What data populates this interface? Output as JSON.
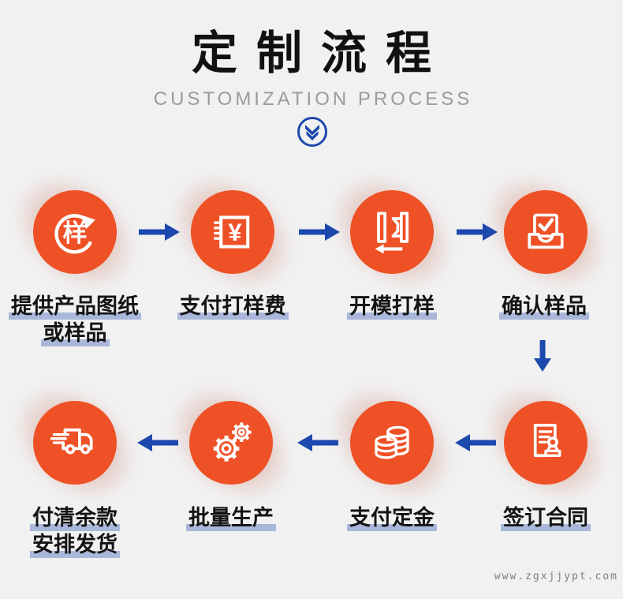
{
  "page": {
    "background": "#f1f1f2",
    "accent_orange": "#ef5126",
    "accent_blue": "#1d49ae",
    "highlight_blue": "#a3b3d8"
  },
  "header": {
    "title": "定制流程",
    "subtitle": "CUSTOMIZATION PROCESS",
    "divider_icon": "double-chevron-down-circle"
  },
  "steps": [
    {
      "label": "提供产品图纸",
      "label2": "或样品",
      "icon": "sample-cycle"
    },
    {
      "label": "支付打样费",
      "icon": "invoice-yen"
    },
    {
      "label": "开模打样",
      "icon": "mold"
    },
    {
      "label": "确认样品",
      "icon": "confirm-tray"
    },
    {
      "label": "签订合同",
      "icon": "contract-stamp"
    },
    {
      "label": "支付定金",
      "icon": "coin-stacks"
    },
    {
      "label": "批量生产",
      "icon": "gears"
    },
    {
      "label": "付清余款",
      "label2": "安排发货",
      "icon": "delivery-truck"
    }
  ],
  "icon_glyphs": {
    "sample_char": "样",
    "yen_char": "¥"
  },
  "footer": {
    "website": "www.zgxjjypt.com"
  }
}
